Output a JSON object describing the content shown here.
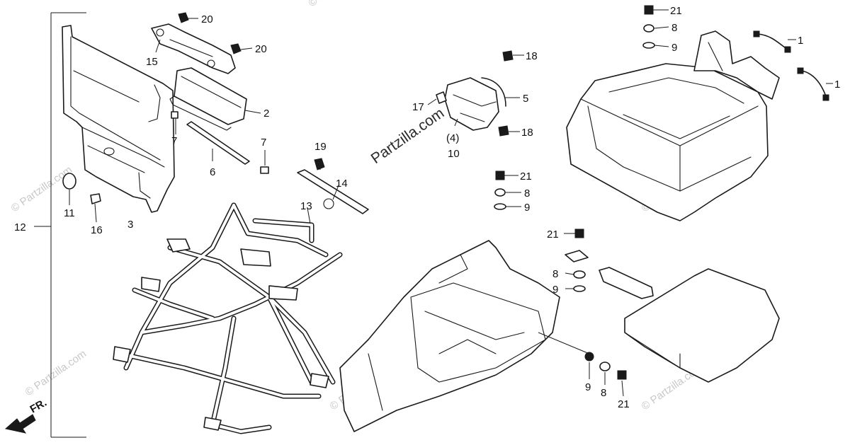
{
  "watermark_main": "Partzilla.com",
  "watermark_small": "© Partzilla.com",
  "front_marker": "FR.",
  "callouts": [
    {
      "id": "c20a",
      "text": "20"
    },
    {
      "id": "c20b",
      "text": "20"
    },
    {
      "id": "c15",
      "text": "15"
    },
    {
      "id": "c2",
      "text": "2"
    },
    {
      "id": "c7a",
      "text": "7"
    },
    {
      "id": "c6",
      "text": "6"
    },
    {
      "id": "c7b",
      "text": "7"
    },
    {
      "id": "c11",
      "text": "11"
    },
    {
      "id": "c16",
      "text": "16"
    },
    {
      "id": "c3",
      "text": "3"
    },
    {
      "id": "c12",
      "text": "12"
    },
    {
      "id": "c13",
      "text": "13"
    },
    {
      "id": "c19",
      "text": "19"
    },
    {
      "id": "c14",
      "text": "14"
    },
    {
      "id": "c18a",
      "text": "18"
    },
    {
      "id": "c5",
      "text": "5"
    },
    {
      "id": "c17",
      "text": "17"
    },
    {
      "id": "c4",
      "text": "(4)"
    },
    {
      "id": "c10",
      "text": "10"
    },
    {
      "id": "c18b",
      "text": "18"
    },
    {
      "id": "c21a",
      "text": "21"
    },
    {
      "id": "c8a",
      "text": "8"
    },
    {
      "id": "c9a",
      "text": "9"
    },
    {
      "id": "c1a",
      "text": "1"
    },
    {
      "id": "c1b",
      "text": "1"
    },
    {
      "id": "c21b",
      "text": "21"
    },
    {
      "id": "c8b",
      "text": "8"
    },
    {
      "id": "c9b",
      "text": "9"
    },
    {
      "id": "c21c",
      "text": "21"
    },
    {
      "id": "c8c",
      "text": "8"
    },
    {
      "id": "c9c",
      "text": "9"
    },
    {
      "id": "c9d",
      "text": "9"
    },
    {
      "id": "c8d",
      "text": "8"
    },
    {
      "id": "c21d",
      "text": "21"
    }
  ]
}
